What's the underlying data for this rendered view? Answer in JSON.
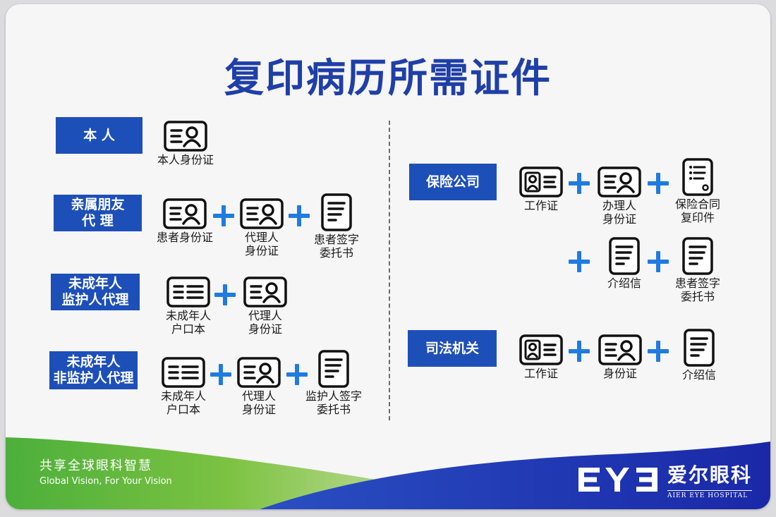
{
  "title": "复印病历所需证件",
  "categories": {
    "self": "本 人",
    "relative": "亲属朋友\n代 理",
    "minor_guardian": "未成年人\n监护人代理",
    "minor_nonguardian": "未成年人\n非监护人代理",
    "insurance": "保险公司",
    "judicial": "司法机关"
  },
  "documents": {
    "self_id": "本人身份证",
    "patient_id": "患者身份证",
    "agent_id": "代理人\n身份证",
    "patient_letter": "患者签字\n委托书",
    "minor_hukou": "未成年人\n户口本",
    "agent_id_2": "代理人\n身份证",
    "minor_hukou_2": "未成年人\n户口本",
    "agent_id_3": "代理人\n身份证",
    "guardian_letter": "监护人签字\n委托书",
    "work_id": "工作证",
    "handler_id": "办理人\n身份证",
    "contract_copy": "保险合同\n复印件",
    "intro_letter": "介绍信",
    "patient_letter_2": "患者签字\n委托书",
    "work_id_2": "工作证",
    "id_card": "身份证",
    "intro_letter_2": "介绍信"
  },
  "footer": {
    "slogan_cn": "共享全球眼科智慧",
    "slogan_en": "Global Vision, For Your Vision",
    "logo_mark": "EYE",
    "brand_cn": "爱尔眼科",
    "brand_en": "AIER EYE HOSPITAL"
  },
  "colors": {
    "title": "#1f3fa8",
    "label_bg": "#1d4fb8",
    "plus": "#1f7be0",
    "footer_green": "#5cb83c",
    "footer_blue": "#2233b0"
  },
  "icons": {
    "id_card": "id-card-icon",
    "work_card": "work-card-icon",
    "hukou": "hukou-book-icon",
    "letter": "document-icon",
    "contract": "contract-document-icon",
    "plus": "plus-icon"
  }
}
